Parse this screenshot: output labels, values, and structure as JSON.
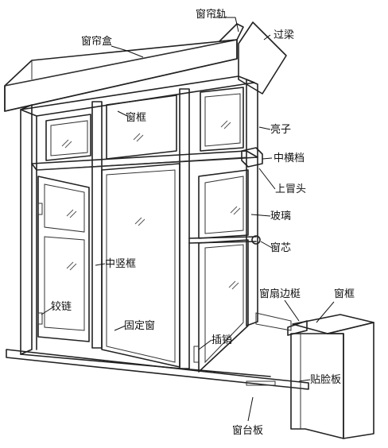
{
  "labels": {
    "curtain_rail": "窗帘轨",
    "lintel": "过梁",
    "curtain_box": "窗帘盒",
    "frame_top": "窗框",
    "transom_light": "亮子",
    "middle_rail": "中横档",
    "horn": "上冒头",
    "glass": "玻璃",
    "mullion_core": "窗芯",
    "middle_mullion": "中竖框",
    "sash_stile": "窗扇边梃",
    "frame_side": "窗框",
    "hinge": "铰链",
    "fixed_window": "固定窗",
    "latch": "插销",
    "face_board": "贴脸板",
    "sill_board": "窗台板"
  }
}
